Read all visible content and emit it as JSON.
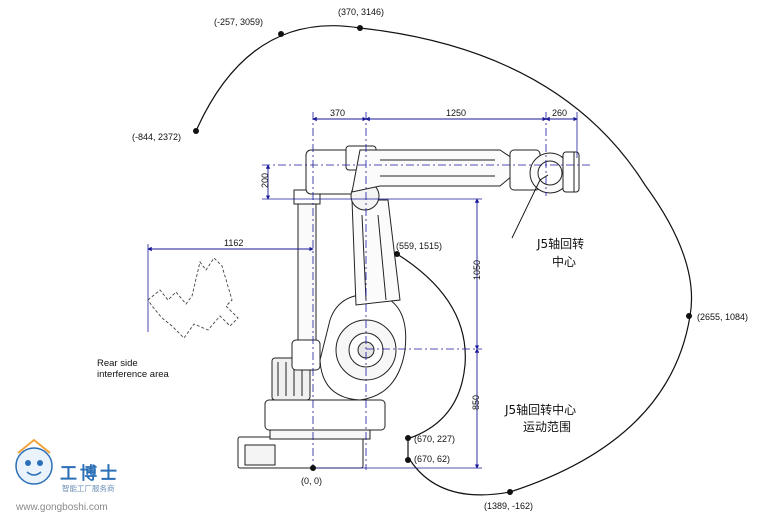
{
  "points": [
    {
      "id": "p1",
      "label": "(370, 3146)"
    },
    {
      "id": "p2",
      "label": "(-257, 3059)"
    },
    {
      "id": "p3",
      "label": "(-844, 2372)"
    },
    {
      "id": "p4",
      "label": "(559, 1515)"
    },
    {
      "id": "p5",
      "label": "(2655, 1084)"
    },
    {
      "id": "p6",
      "label": "(670, 227)"
    },
    {
      "id": "p7",
      "label": "(670, 62)"
    },
    {
      "id": "p8",
      "label": "(0, 0)"
    },
    {
      "id": "p9",
      "label": "(1389, -162)"
    }
  ],
  "dimensions": {
    "d370": "370",
    "d1250": "1250",
    "d260": "260",
    "d200": "200",
    "d1162": "1162",
    "d1050": "1050",
    "d850": "850"
  },
  "labels": {
    "j5_center_line1": "J5轴回转",
    "j5_center_line2": "中心",
    "j5_range_line1": "J5轴回转中心",
    "j5_range_line2": "运动范围",
    "rear_line1": "Rear side",
    "rear_line2": "interference area"
  },
  "watermark": {
    "name": "工博士",
    "slogan": "智能工厂服务商",
    "url": "www.gongboshi.com"
  }
}
